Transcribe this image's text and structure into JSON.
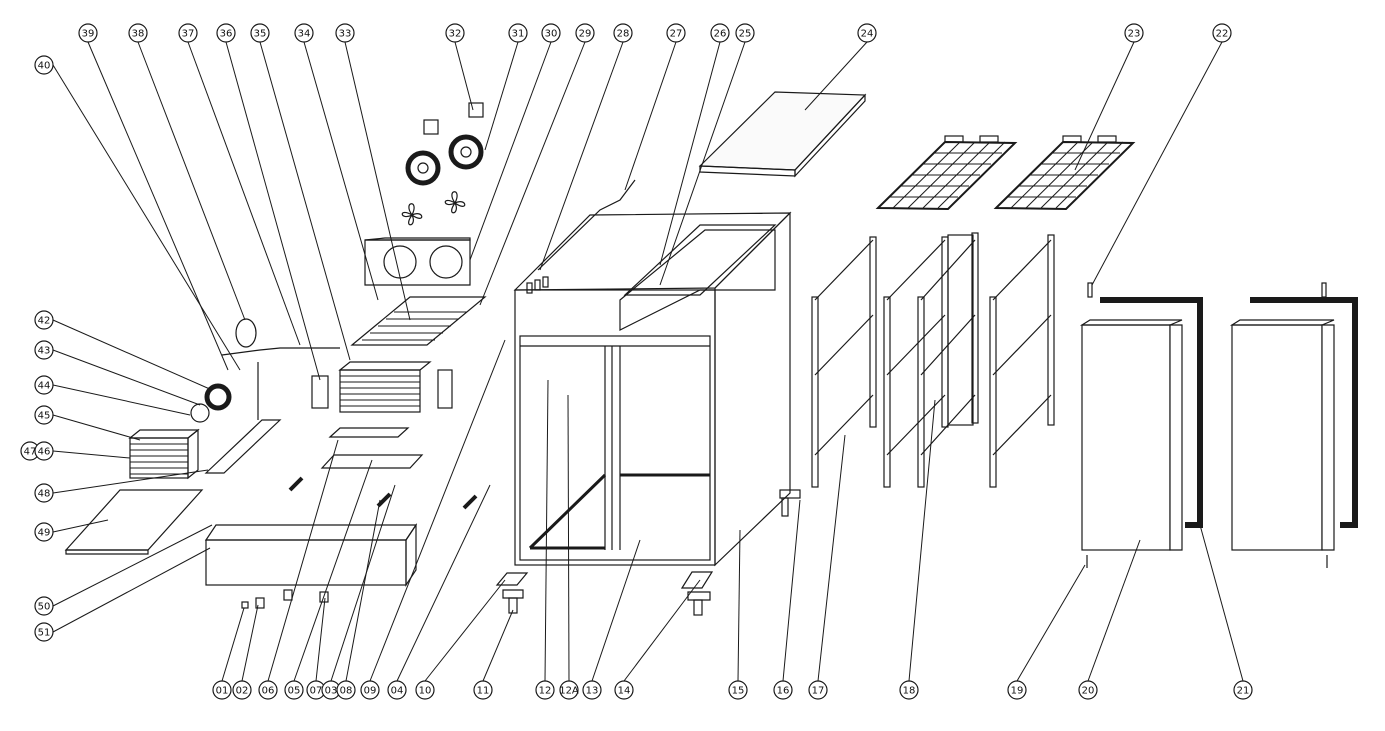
{
  "diagram": {
    "title": "",
    "line_color": "#1a1a1a",
    "callouts": [
      {
        "id": "top-39",
        "label": "39"
      },
      {
        "id": "top-38",
        "label": "38"
      },
      {
        "id": "top-37",
        "label": "37"
      },
      {
        "id": "top-36",
        "label": "36"
      },
      {
        "id": "top-35",
        "label": "35"
      },
      {
        "id": "top-34",
        "label": "34"
      },
      {
        "id": "top-33",
        "label": "33"
      },
      {
        "id": "top-32",
        "label": "32"
      },
      {
        "id": "top-31",
        "label": "31"
      },
      {
        "id": "top-30",
        "label": "30"
      },
      {
        "id": "top-29",
        "label": "29"
      },
      {
        "id": "top-28",
        "label": "28"
      },
      {
        "id": "top-27",
        "label": "27"
      },
      {
        "id": "top-26",
        "label": "26"
      },
      {
        "id": "top-25",
        "label": "25"
      },
      {
        "id": "top-24",
        "label": "24"
      },
      {
        "id": "top-23",
        "label": "23"
      },
      {
        "id": "top-22",
        "label": "22"
      },
      {
        "id": "left-40",
        "label": "40"
      },
      {
        "id": "left-42",
        "label": "42"
      },
      {
        "id": "left-43",
        "label": "43"
      },
      {
        "id": "left-44",
        "label": "44"
      },
      {
        "id": "left-45",
        "label": "45"
      },
      {
        "id": "left-47",
        "label": "47"
      },
      {
        "id": "left-46",
        "label": "46"
      },
      {
        "id": "left-48",
        "label": "48"
      },
      {
        "id": "left-49",
        "label": "49"
      },
      {
        "id": "left-50",
        "label": "50"
      },
      {
        "id": "left-51",
        "label": "51"
      },
      {
        "id": "bot-01",
        "label": "01"
      },
      {
        "id": "bot-02",
        "label": "02"
      },
      {
        "id": "bot-06",
        "label": "06"
      },
      {
        "id": "bot-05",
        "label": "05"
      },
      {
        "id": "bot-07",
        "label": "07"
      },
      {
        "id": "bot-03",
        "label": "03"
      },
      {
        "id": "bot-08",
        "label": "08"
      },
      {
        "id": "bot-09",
        "label": "09"
      },
      {
        "id": "bot-04",
        "label": "04"
      },
      {
        "id": "bot-10",
        "label": "10"
      },
      {
        "id": "bot-11",
        "label": "11"
      },
      {
        "id": "bot-12",
        "label": "12"
      },
      {
        "id": "bot-12a",
        "label": "12A"
      },
      {
        "id": "bot-13",
        "label": "13"
      },
      {
        "id": "bot-14",
        "label": "14"
      },
      {
        "id": "bot-15",
        "label": "15"
      },
      {
        "id": "bot-16",
        "label": "16"
      },
      {
        "id": "bot-17",
        "label": "17"
      },
      {
        "id": "bot-18",
        "label": "18"
      },
      {
        "id": "bot-19",
        "label": "19"
      },
      {
        "id": "bot-20",
        "label": "20"
      },
      {
        "id": "bot-21",
        "label": "21"
      }
    ]
  }
}
